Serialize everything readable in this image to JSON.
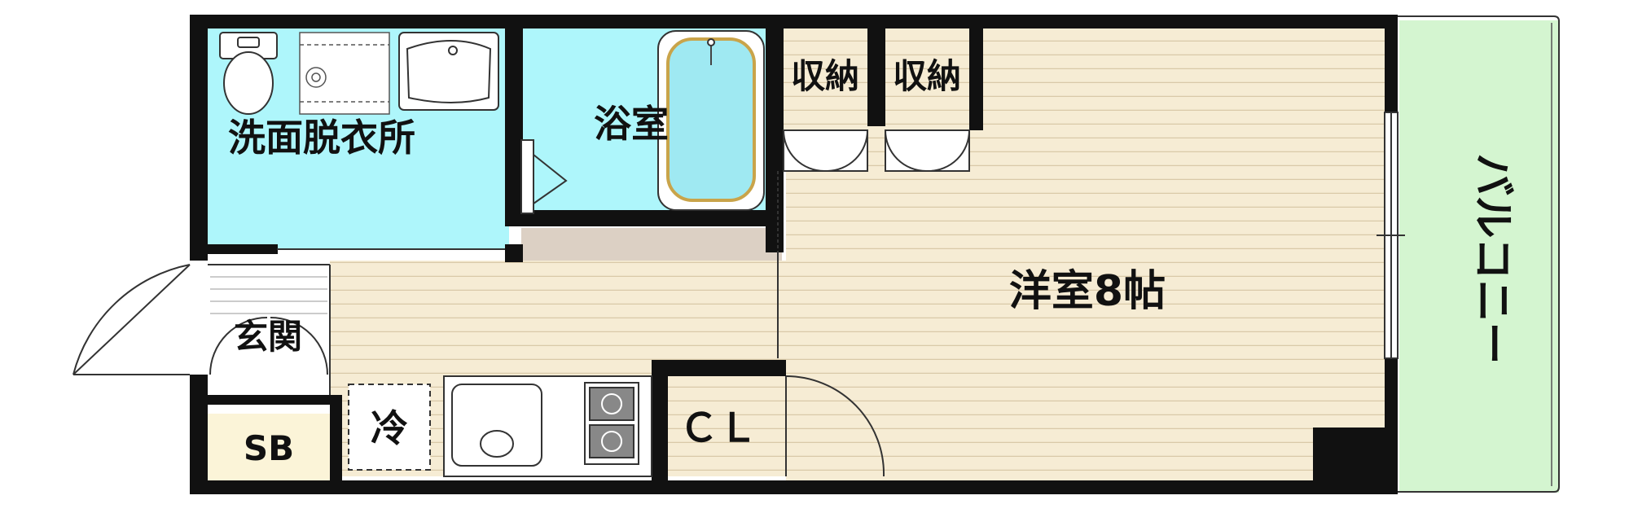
{
  "rooms": {
    "washroom": "洗面脱衣所",
    "bath": "浴室",
    "storage_1": "収納",
    "storage_2": "収納",
    "western": "洋室8帖",
    "entrance": "玄関",
    "shoe_box": "SB",
    "fridge": "冷",
    "closet": "ＣＬ",
    "balcony": "バルコニー"
  },
  "colors": {
    "wall": "#111111",
    "wood_floor": "#f6ecd4",
    "floor_line": "#d9c9a8",
    "wet_area": "#aef6fb",
    "balcony": "#d4f5d0",
    "shoe_box": "#fbf4d8",
    "hall_strip": "#dcd0c4"
  },
  "icons": [
    "toilet-icon",
    "washing-machine-pan-icon",
    "wash-basin-icon",
    "bathtub-icon",
    "sink-icon",
    "gas-stove-icon"
  ]
}
